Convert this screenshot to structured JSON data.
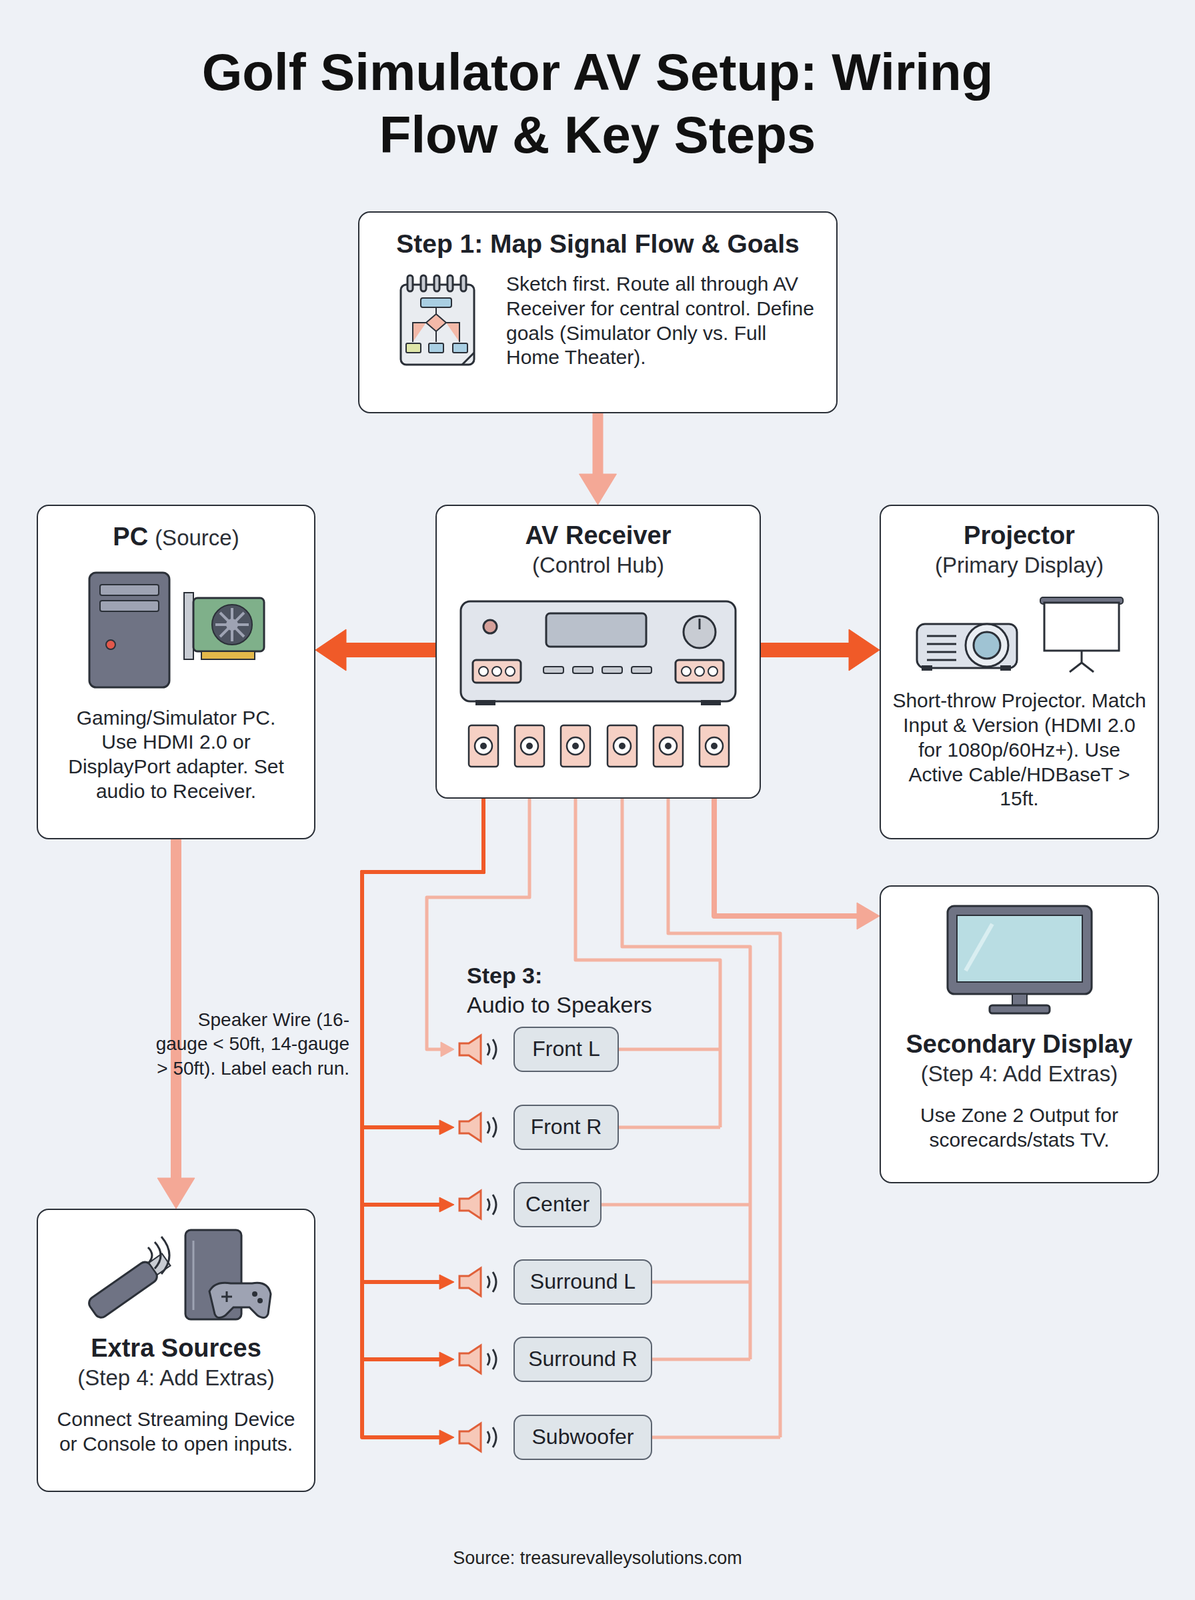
{
  "diagram": {
    "title": "Golf Simulator AV Setup: Wiring Flow & Key Steps",
    "caption": "Source: treasurevalleysolutions.com",
    "nodes": [
      {
        "text": [
          "Step 1: Map Signal Flow & Goals",
          "Sketch first. Route all through AV Receiver for central control. Define goals (Simulator Only vs. Full Home Theater)."
        ]
      },
      {
        "text": [
          "PC",
          "(Source)",
          "Gaming/Simulator PC. Use HDMI 2.0 or DisplayPort adapter. Set audio to Receiver."
        ]
      },
      {
        "text": [
          "AV Receiver",
          "(Control Hub)"
        ]
      },
      {
        "text": [
          "Projector",
          "(Primary Display)",
          "Short-throw Projector. Match Input & Version (HDMI 2.0 for 1080p/60Hz+). Use Active Cable/HDBaseT > 15ft."
        ]
      },
      {
        "text": [
          "Front L"
        ]
      },
      {
        "text": [
          "Front R"
        ]
      },
      {
        "text": [
          "Center"
        ]
      },
      {
        "text": [
          "Surround L"
        ]
      },
      {
        "text": [
          "Surround R"
        ]
      },
      {
        "text": [
          "Subwoofer"
        ]
      },
      {
        "text": [
          "Secondary Display",
          "(Step 4: Add Extras)",
          "Use Zone 2 Output for scorecards/stats TV."
        ]
      },
      {
        "text": [
          "Extra Sources",
          "(Step 4: Add Extras)",
          "Connect Streaming Device or Console to open inputs."
        ]
      }
    ],
    "edges": [
      {
        "from": 0,
        "to": 2,
        "arrow": "to"
      },
      {
        "from": 2,
        "to": 1,
        "arrow": "to"
      },
      {
        "from": 2,
        "to": 3,
        "arrow": "to"
      },
      {
        "from": 2,
        "to": 4,
        "arrow": "to"
      },
      {
        "from": 2,
        "to": 5,
        "arrow": "to"
      },
      {
        "from": 2,
        "to": 6,
        "arrow": "to"
      },
      {
        "from": 2,
        "to": 7,
        "arrow": "to"
      },
      {
        "from": 2,
        "to": 8,
        "arrow": "to"
      },
      {
        "from": 2,
        "to": 9,
        "arrow": "to"
      },
      {
        "from": 2,
        "to": 10,
        "arrow": "to"
      },
      {
        "from": 1,
        "to": 11,
        "arrow": "to"
      }
    ],
    "labels": [
      "Step 3:",
      "Audio to Speakers",
      "Speaker Wire (16-gauge < 50ft, 14-gauge > 50ft). Label each run."
    ]
  }
}
